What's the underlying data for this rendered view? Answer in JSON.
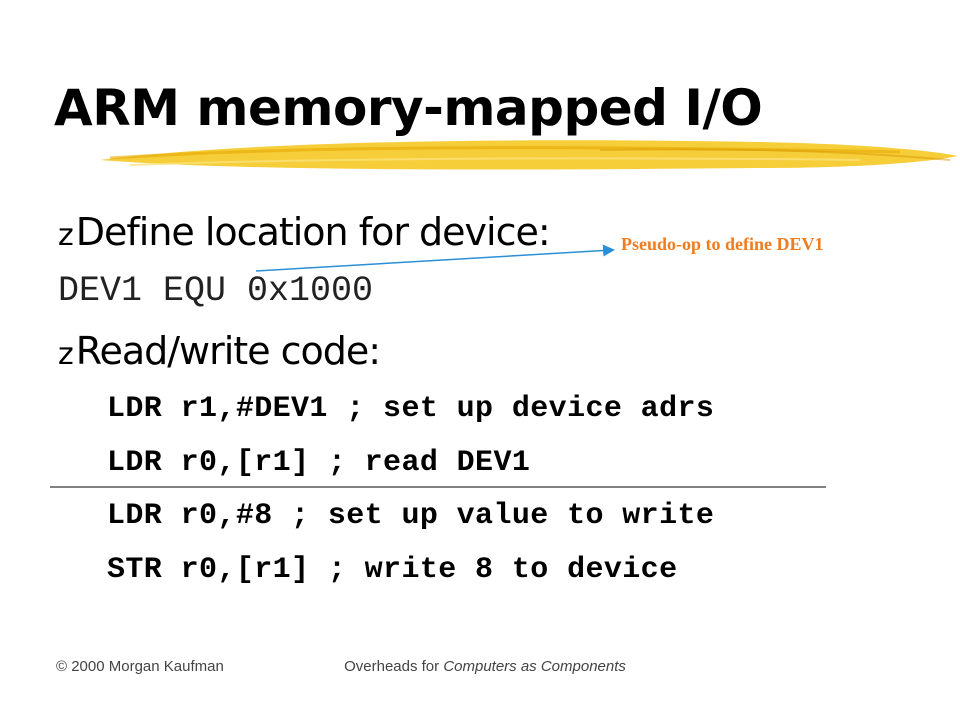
{
  "slide": {
    "title": "ARM memory-mapped I/O",
    "bullet_marker": "z",
    "bullets": [
      {
        "text": "Define location for device:"
      },
      {
        "text": "Read/write code:"
      }
    ],
    "equ_line": "DEV1 EQU 0x1000",
    "annotation": "Pseudo-op to define DEV1",
    "code_lines": [
      "LDR r1,#DEV1 ; set up device adrs",
      "LDR r0,[r1] ; read DEV1",
      "LDR r0,#8 ; set up value to write",
      "STR r0,[r1] ; write 8 to device"
    ],
    "footer": {
      "left": "© 2000 Morgan Kaufman",
      "center_prefix": "Overheads for ",
      "center_italic": "Computers as Components"
    },
    "colors": {
      "annotation": "#f07c1e",
      "arrow": "#2a8fd6",
      "swoosh": "#f5c518"
    }
  }
}
